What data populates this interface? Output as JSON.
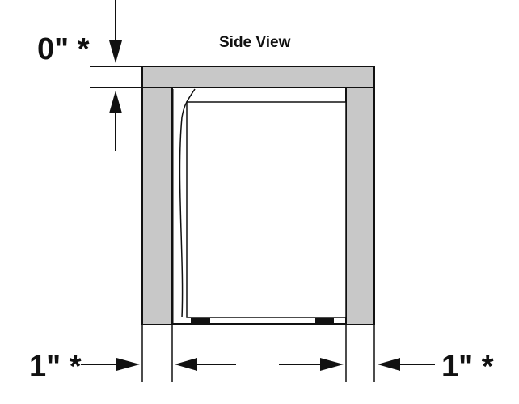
{
  "diagram": {
    "title": "Side View",
    "clearances": {
      "top": "0\" *",
      "left": "1\" *",
      "right": "1\" *"
    }
  },
  "colors": {
    "cabinet_fill": "#c8c8c8",
    "line": "#111111",
    "background": "#ffffff"
  }
}
